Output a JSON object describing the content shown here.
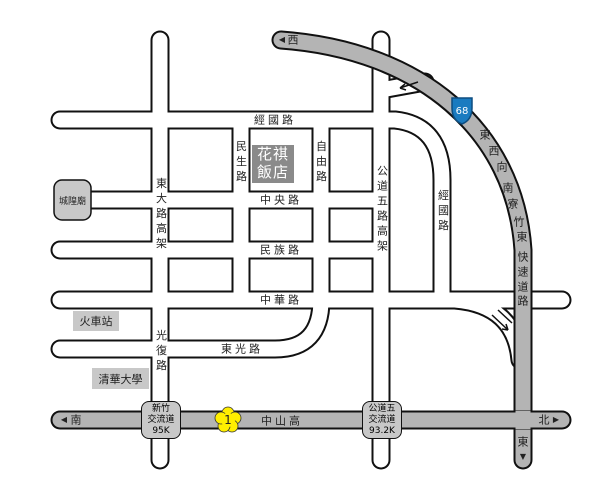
{
  "hotel": {
    "name_line1": "花祺",
    "name_line2": "飯店"
  },
  "roads": {
    "jingguo": "經國路",
    "minsheng": "民生路",
    "ziyou": "自由路",
    "zhongyang": "中央路",
    "minzu": "民族路",
    "zhonghua": "中華路",
    "dongguang": "東光路",
    "dongda": "東大路高架",
    "guangfu": "光復路",
    "gongdao5": "公道五路高架",
    "jingguo_east": "經國路",
    "zhongshan": "中山高"
  },
  "expressway": {
    "shield": "68",
    "shield_color": "#1a7bc0",
    "name_chars": [
      "東",
      "西",
      "向",
      "南",
      "寮",
      "竹",
      "東",
      "快",
      "速",
      "道",
      "路"
    ],
    "west": "西",
    "east": "東"
  },
  "freeway": {
    "south": "南",
    "north": "北",
    "marker": "1",
    "marker_color": "#ffee00"
  },
  "landmarks": {
    "temple": "城隍廟",
    "station": "火車站",
    "university": "清華大學"
  },
  "interchanges": [
    {
      "line1": "新竹",
      "line2": "交流道",
      "line3": "95K"
    },
    {
      "line1": "公道五",
      "line2": "交流道",
      "line3": "93.2K"
    }
  ]
}
